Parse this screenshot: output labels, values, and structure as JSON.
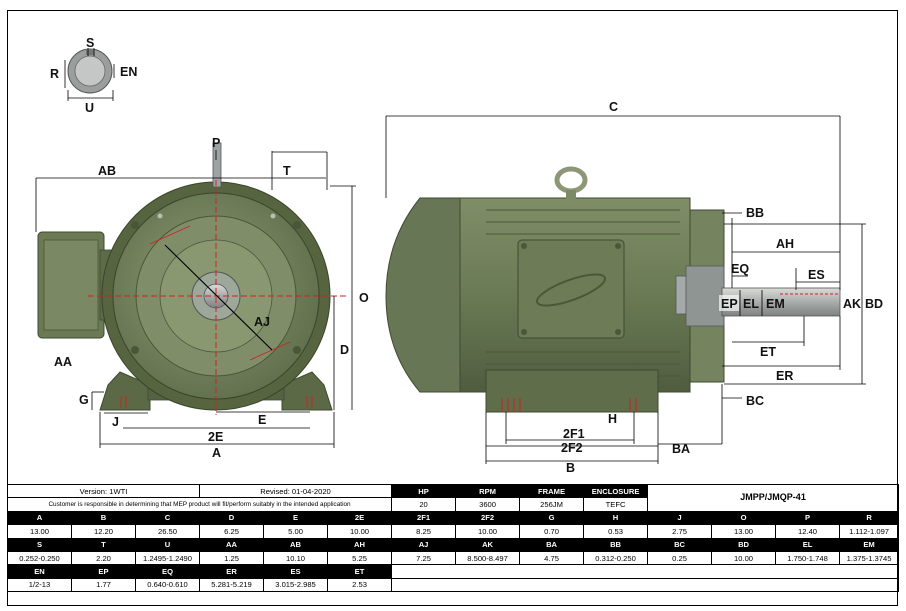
{
  "drawing": {
    "shaft_end_labels": {
      "s": "S",
      "r": "R",
      "en": "EN",
      "u": "U"
    },
    "front_view_labels": {
      "p": "P",
      "ab": "AB",
      "t": "T",
      "o": "O",
      "aa": "AA",
      "aj": "AJ",
      "d": "D",
      "g": "G",
      "j": "J",
      "e": "E",
      "two_e": "2E",
      "a": "A"
    },
    "side_view_labels": {
      "c": "C",
      "bb": "BB",
      "ah": "AH",
      "eq": "EQ",
      "es": "ES",
      "ep": "EP",
      "el": "EL",
      "em": "EM",
      "ak": "AK",
      "bd": "BD",
      "et": "ET",
      "er": "ER",
      "bc": "BC",
      "h": "H",
      "two_f1": "2F1",
      "two_f2": "2F2",
      "ba": "BA",
      "b": "B"
    },
    "colors": {
      "motor_body": "#6f7f5a",
      "motor_dark": "#4e5c3e",
      "motor_light": "#8b9a73",
      "centerline": "#d42020",
      "dimension_line": "#222222"
    }
  },
  "info": {
    "version": "Version: 1WTI",
    "revised": "Revised: 01-04-2020",
    "disclaimer": "Customer is responsible in determining that MEP product will fit/perform suitably in the intended application",
    "model": "JMPP/JMQP-41"
  },
  "specs_header": {
    "hp": "HP",
    "rpm": "RPM",
    "frame": "FRAME",
    "enclosure": "ENCLOSURE"
  },
  "specs_values": {
    "hp": "20",
    "rpm": "3600",
    "frame": "256JM",
    "enclosure": "TEFC"
  },
  "dims": {
    "row1": {
      "labels": [
        "A",
        "B",
        "C",
        "D",
        "E",
        "2E",
        "2F1",
        "2F2",
        "G",
        "H",
        "J",
        "O",
        "P",
        "R"
      ],
      "values": [
        "13.00",
        "12.20",
        "26.50",
        "6.25",
        "5.00",
        "10.00",
        "8.25",
        "10.00",
        "0.70",
        "0.53",
        "2.75",
        "13.00",
        "12.40",
        "1.112-1.097"
      ]
    },
    "row2": {
      "labels": [
        "S",
        "T",
        "U",
        "AA",
        "AB",
        "AH",
        "AJ",
        "AK",
        "BA",
        "BB",
        "BC",
        "BD",
        "EL",
        "EM"
      ],
      "values": [
        "0.252-0.250",
        "2.20",
        "1.2495-1.2490",
        "1.25",
        "10.10",
        "5.25",
        "7.25",
        "8.500-8.497",
        "4.75",
        "0.312-0.250",
        "0.25",
        "10.00",
        "1.750-1.748",
        "1.375-1.3745"
      ]
    },
    "row3": {
      "labels": [
        "EN",
        "EP",
        "EQ",
        "ER",
        "ES",
        "ET"
      ],
      "values": [
        "1/2-13",
        "1.77",
        "0.640-0.610",
        "5.281-5.219",
        "3.015-2.985",
        "2.53"
      ]
    }
  }
}
